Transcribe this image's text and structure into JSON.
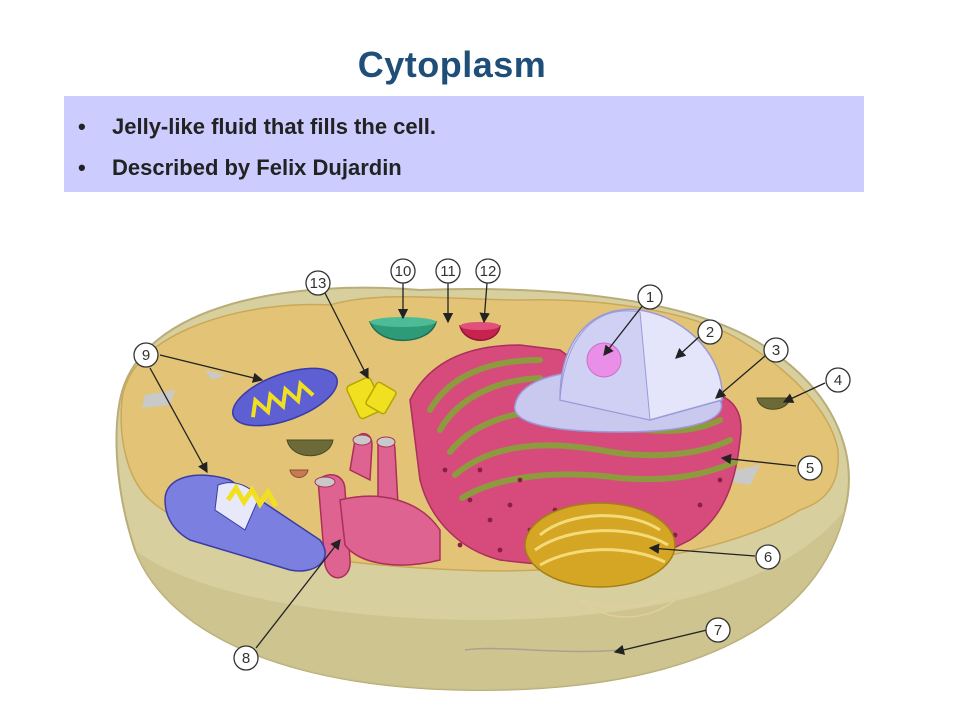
{
  "slide": {
    "title": "Cytoplasm",
    "bullets": [
      "Jelly-like fluid that fills the cell.",
      "Described by Felix Dujardin"
    ]
  },
  "diagram": {
    "labels": [
      "1",
      "2",
      "3",
      "4",
      "5",
      "6",
      "7",
      "8",
      "9",
      "10",
      "11",
      "12",
      "13"
    ],
    "colors": {
      "cytoplasm": "#e3c476",
      "membrane": "#d6cfa0",
      "er": "#d64b7c",
      "er_green": "#8e9a3e",
      "nucleus": "#dcdcfa",
      "nucleolus": "#e98fe8",
      "mitochondria": "#5d5fd3",
      "golgi": "#d4a623",
      "vacuole_green": "#2e9a78",
      "lysosome": "#c8234e"
    }
  }
}
